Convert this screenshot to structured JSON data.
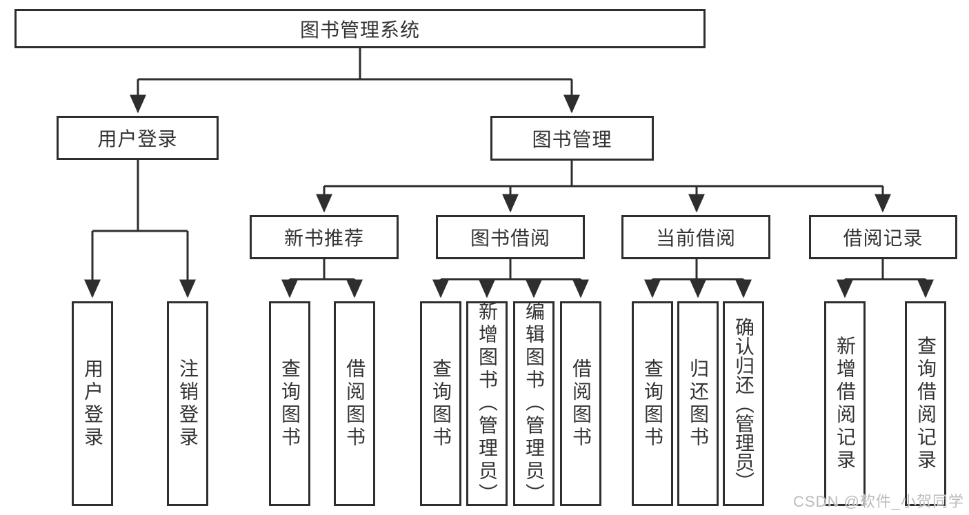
{
  "diagram": {
    "root_label": "图书管理系统",
    "user_branch": {
      "label": "用户登录",
      "children": [
        "用户登录",
        "注销登录"
      ]
    },
    "mgmt_branch": {
      "label": "图书管理",
      "children": [
        {
          "label": "新书推荐",
          "children": [
            "查询图书",
            "借阅图书"
          ]
        },
        {
          "label": "图书借阅",
          "children": [
            "查询图书",
            "新增图书（管理员）",
            "编辑图书（管理员）",
            "借阅图书"
          ]
        },
        {
          "label": "当前借阅",
          "children": [
            "查询图书",
            "归还图书",
            "确认归还（管理员）"
          ]
        },
        {
          "label": "借阅记录",
          "children": [
            "新增借阅记录",
            "查询借阅记录"
          ]
        }
      ]
    }
  },
  "watermark": {
    "text": "CSDN @软件_小贺同学"
  },
  "colors": {
    "line": "#2e2e2e",
    "box_border": "#2e2e2e",
    "text": "#333333",
    "background": "#ffffff",
    "watermark": "#bcbcbc"
  }
}
